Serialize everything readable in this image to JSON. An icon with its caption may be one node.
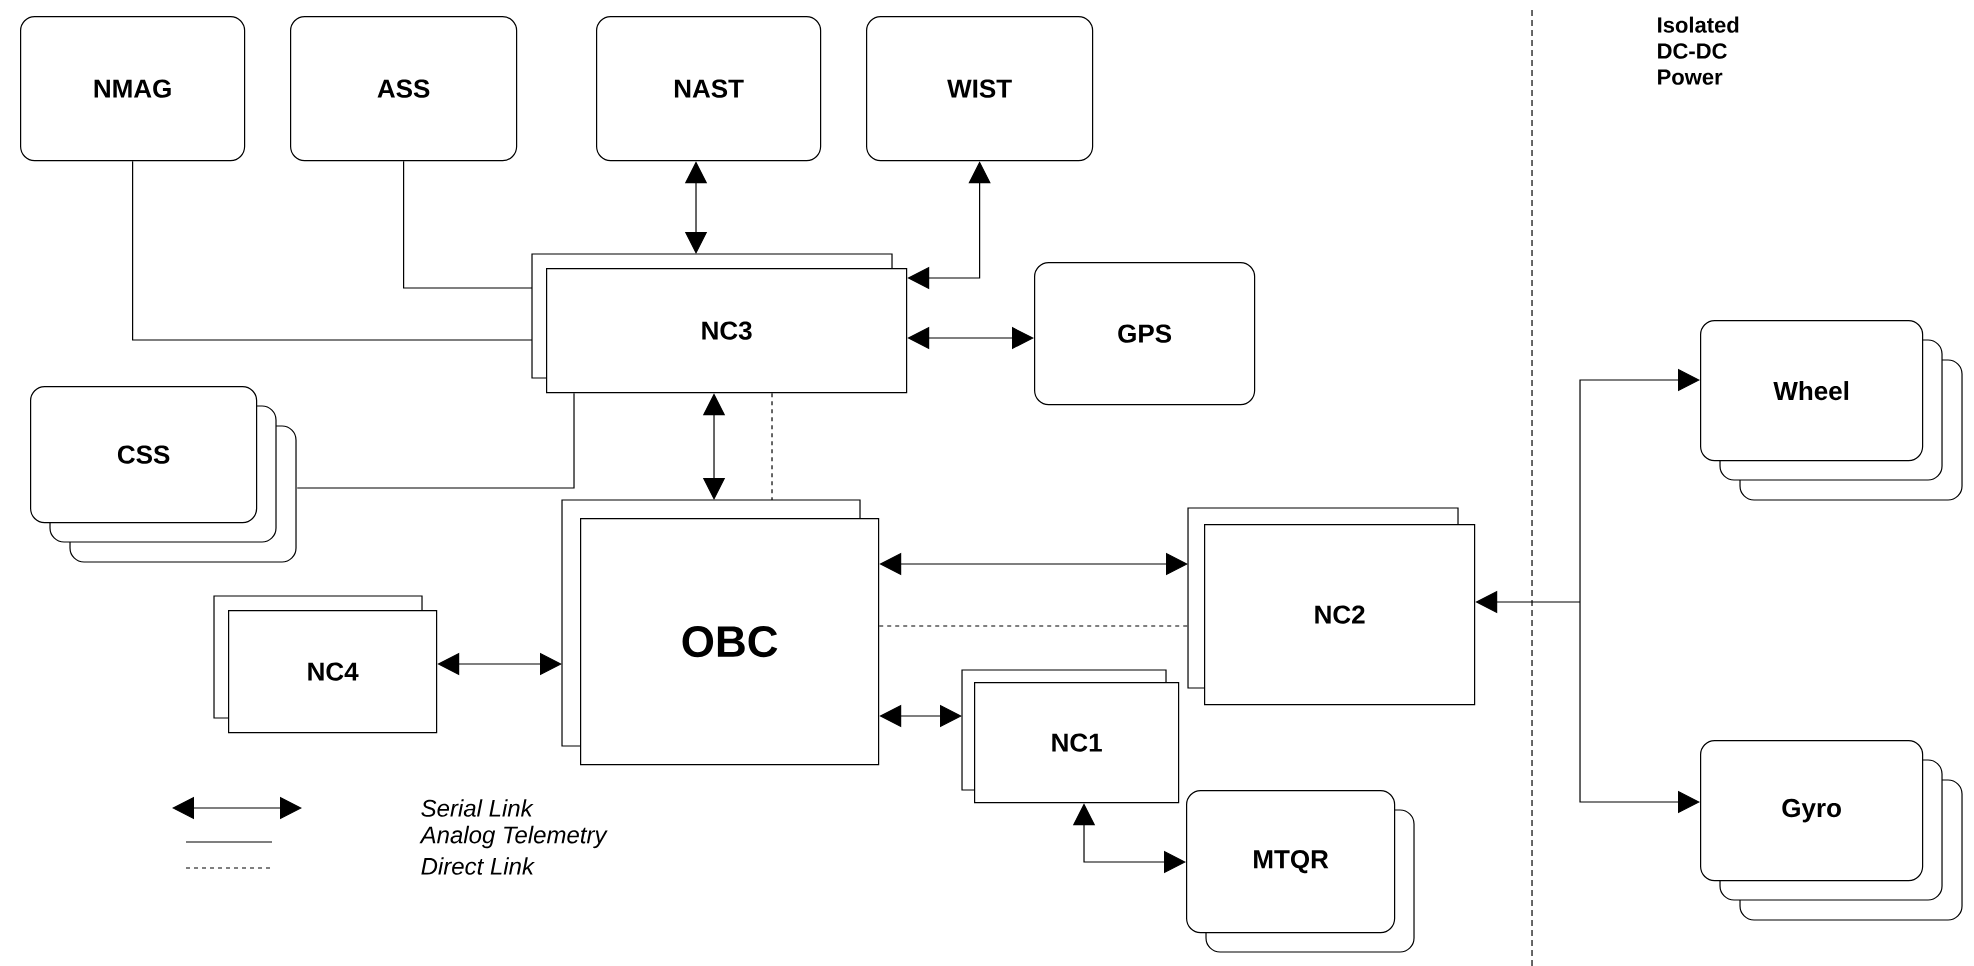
{
  "diagram": {
    "nodes": [
      {
        "text": [
          "NMAG"
        ]
      },
      {
        "text": [
          "ASS"
        ]
      },
      {
        "text": [
          "NAST"
        ]
      },
      {
        "text": [
          "WIST"
        ]
      },
      {
        "text": [
          "NC3"
        ]
      },
      {
        "text": [
          "GPS"
        ]
      },
      {
        "text": [
          "CSS"
        ]
      },
      {
        "text": [
          "OBC"
        ]
      },
      {
        "text": [
          "NC4"
        ]
      },
      {
        "text": [
          "NC2"
        ]
      },
      {
        "text": [
          "NC1"
        ]
      },
      {
        "text": [
          "MTQR"
        ]
      },
      {
        "text": [
          "Wheel"
        ]
      },
      {
        "text": [
          "Gyro"
        ]
      }
    ],
    "edges": [
      {
        "from": 0,
        "to": 4,
        "arrow": "none"
      },
      {
        "from": 1,
        "to": 4,
        "arrow": "none"
      },
      {
        "from": 2,
        "to": 4,
        "arrow": "both"
      },
      {
        "from": 4,
        "to": 3,
        "arrow": "both"
      },
      {
        "from": 4,
        "to": 5,
        "arrow": "both"
      },
      {
        "from": 6,
        "to": 4,
        "arrow": "none"
      },
      {
        "from": 4,
        "to": 7,
        "arrow": "both"
      },
      {
        "from": 4,
        "to": 7,
        "arrow": "none",
        "style": "dashed"
      },
      {
        "from": 7,
        "to": 9,
        "arrow": "both"
      },
      {
        "from": 7,
        "to": 9,
        "arrow": "none",
        "style": "dashed"
      },
      {
        "from": 8,
        "to": 7,
        "arrow": "both"
      },
      {
        "from": 7,
        "to": 10,
        "arrow": "both"
      },
      {
        "from": 10,
        "to": 11,
        "arrow": "both"
      },
      {
        "from": null,
        "to": 9,
        "arrow": "to"
      },
      {
        "from": null,
        "to": 12,
        "arrow": "to"
      },
      {
        "from": null,
        "to": 13,
        "arrow": "to"
      }
    ],
    "labels": [
      "Isolated DC-DC Power"
    ],
    "legend": [
      {
        "text": "Serial Link"
      },
      {
        "text": "Analog Telemetry"
      },
      {
        "text": "Direct Link"
      }
    ]
  }
}
